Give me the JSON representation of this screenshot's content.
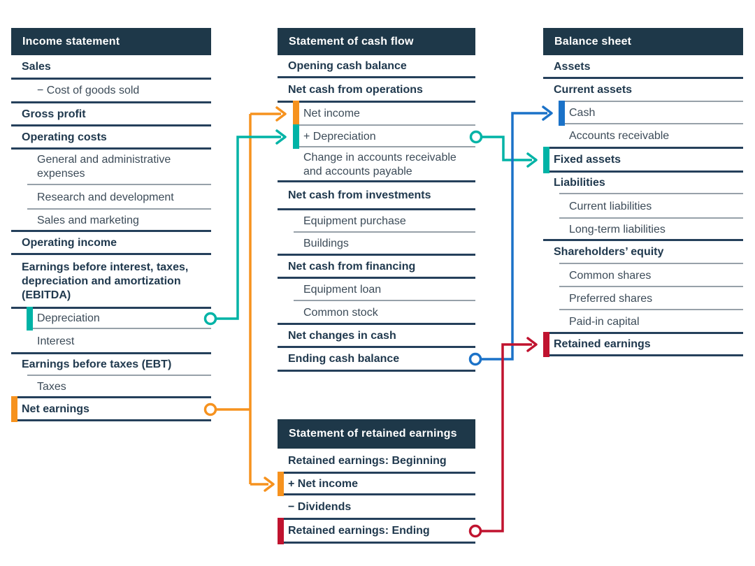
{
  "colors": {
    "navy": "#1e3849",
    "orange": "#f6921e",
    "teal": "#00b3a6",
    "blue": "#1b72c8",
    "crimson": "#c0132f"
  },
  "panels": {
    "income": {
      "title": "Income statement",
      "rows": [
        {
          "label": "Sales",
          "style": "bold",
          "rule": "dark"
        },
        {
          "label": "− Cost of goods sold",
          "style": "sub",
          "rule": "dark"
        },
        {
          "label": "Gross profit",
          "style": "bold",
          "rule": "dark"
        },
        {
          "label": "Operating costs",
          "style": "bold",
          "rule": "dark"
        },
        {
          "label": "General and administrative expenses",
          "style": "sub",
          "rule": "gray"
        },
        {
          "label": "Research and development",
          "style": "sub",
          "rule": "gray"
        },
        {
          "label": "Sales and marketing",
          "style": "sub",
          "rule": "dark"
        },
        {
          "label": "Operating income",
          "style": "bold",
          "rule": "dark"
        },
        {
          "label": "Earnings before interest, taxes, depreciation and amortization (EBITDA)",
          "style": "bold",
          "rule": "dark"
        },
        {
          "label": "Depreciation",
          "style": "sub",
          "rule": "gray",
          "bar": "teal",
          "barPos": "indent"
        },
        {
          "label": "Interest",
          "style": "sub",
          "rule": "dark"
        },
        {
          "label": "Earnings before taxes (EBT)",
          "style": "bold",
          "rule": "gray"
        },
        {
          "label": "Taxes",
          "style": "sub",
          "rule": "dark"
        },
        {
          "label": "Net earnings",
          "style": "bold",
          "rule": "dark",
          "bar": "orange",
          "barPos": "flush"
        }
      ]
    },
    "cashflow": {
      "title": "Statement of cash flow",
      "rows": [
        {
          "label": "Opening cash balance",
          "style": "bold",
          "rule": "dark"
        },
        {
          "label": "Net cash from operations",
          "style": "bold",
          "rule": "dark"
        },
        {
          "label": "Net income",
          "style": "sub",
          "rule": "gray",
          "bar": "orange",
          "barPos": "indent"
        },
        {
          "label": "+ Depreciation",
          "style": "sub",
          "rule": "gray",
          "bar": "teal",
          "barPos": "indent"
        },
        {
          "label": "Change in accounts receivable and accounts payable",
          "style": "sub",
          "rule": "dark"
        },
        {
          "label": "Net cash from investments",
          "style": "bold",
          "rule": "dark"
        },
        {
          "label": "Equipment purchase",
          "style": "sub",
          "rule": "gray"
        },
        {
          "label": "Buildings",
          "style": "sub",
          "rule": "dark"
        },
        {
          "label": "Net cash from financing",
          "style": "bold",
          "rule": "dark"
        },
        {
          "label": "Equipment loan",
          "style": "sub",
          "rule": "gray"
        },
        {
          "label": "Common stock",
          "style": "sub",
          "rule": "dark"
        },
        {
          "label": "Net changes in cash",
          "style": "bold",
          "rule": "dark"
        },
        {
          "label": "Ending cash balance",
          "style": "bold",
          "rule": "dark"
        }
      ]
    },
    "retained": {
      "title": "Statement of retained earnings",
      "rows": [
        {
          "label": "Retained earnings: Beginning",
          "style": "bold",
          "rule": "dark"
        },
        {
          "label": "+ Net income",
          "style": "bold",
          "rule": "dark",
          "bar": "orange",
          "barPos": "flush"
        },
        {
          "label": "− Dividends",
          "style": "bold",
          "rule": "dark"
        },
        {
          "label": "Retained earnings: Ending",
          "style": "bold",
          "rule": "dark",
          "bar": "crimson",
          "barPos": "flush"
        }
      ]
    },
    "balance": {
      "title": "Balance sheet",
      "rows": [
        {
          "label": "Assets",
          "style": "bold",
          "rule": "dark"
        },
        {
          "label": "Current assets",
          "style": "bold",
          "rule": "gray"
        },
        {
          "label": "Cash",
          "style": "sub",
          "rule": "gray",
          "bar": "blue",
          "barPos": "indent"
        },
        {
          "label": "Accounts receivable",
          "style": "sub",
          "rule": "dark"
        },
        {
          "label": "Fixed assets",
          "style": "bold",
          "rule": "dark",
          "bar": "teal",
          "barPos": "flush"
        },
        {
          "label": "Liabilities",
          "style": "bold",
          "rule": "gray"
        },
        {
          "label": "Current liabilities",
          "style": "sub",
          "rule": "gray"
        },
        {
          "label": "Long-term liabilities",
          "style": "sub",
          "rule": "dark"
        },
        {
          "label": "Shareholders’ equity",
          "style": "bold",
          "rule": "gray"
        },
        {
          "label": "Common shares",
          "style": "sub",
          "rule": "gray"
        },
        {
          "label": "Preferred shares",
          "style": "sub",
          "rule": "gray"
        },
        {
          "label": "Paid-in capital",
          "style": "sub",
          "rule": "dark"
        },
        {
          "label": "Retained earnings",
          "style": "bold",
          "rule": "dark",
          "bar": "crimson",
          "barPos": "flush"
        }
      ]
    }
  },
  "connectors": [
    {
      "color": "orange",
      "from": "Net earnings (Income statement)",
      "to": "Net income (Statement of cash flow) and + Net income (Statement of retained earnings)"
    },
    {
      "color": "teal",
      "from": "Depreciation (Income statement)",
      "to": "+ Depreciation (Statement of cash flow)"
    },
    {
      "color": "teal",
      "from": "+ Depreciation (Statement of cash flow)",
      "to": "Fixed assets (Balance sheet)"
    },
    {
      "color": "blue",
      "from": "Ending cash balance (Statement of cash flow)",
      "to": "Cash (Balance sheet)"
    },
    {
      "color": "crimson",
      "from": "Retained earnings: Ending (Statement of retained earnings)",
      "to": "Retained earnings (Balance sheet)"
    }
  ]
}
